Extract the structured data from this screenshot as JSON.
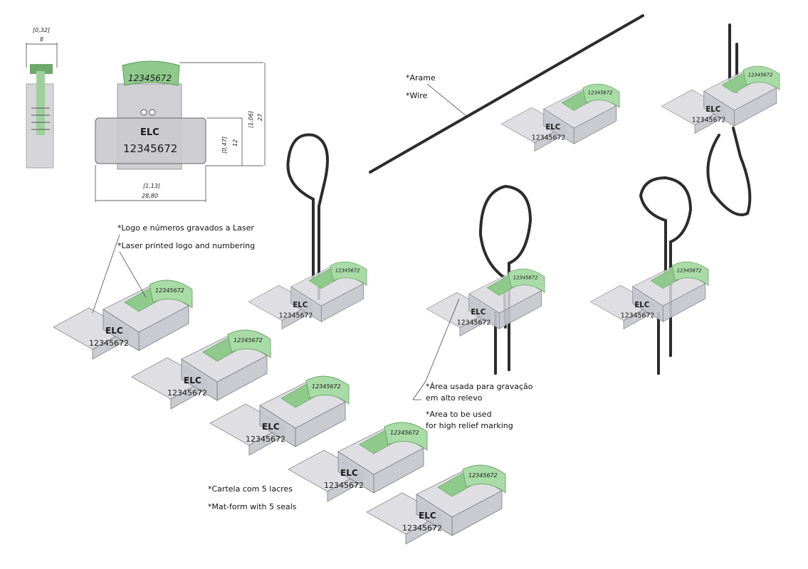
{
  "dimensions": {
    "width_side_in": "[0,32]",
    "width_side_mm": "8",
    "height_total_in": "[1,06]",
    "height_total_mm": "27",
    "height_body_in": "[0,47]",
    "height_body_mm": "12",
    "width_body_in": "[1,13]",
    "width_body_mm": "28,80"
  },
  "seal_marking": {
    "logo": "ELC",
    "number": "12345672"
  },
  "labels": {
    "wire_pt": "*Arame",
    "wire_en": "*Wire",
    "laser_pt": "*Logo e números gravados a Laser",
    "laser_en": "*Laser printed logo and numbering",
    "relief_pt_1": "*Área usada para gravação",
    "relief_pt_2": "em alto relevo",
    "relief_en_1": "*Area to be used",
    "relief_en_2": "for high relief marking",
    "mat_pt": "*Cartela com 5 lacres",
    "mat_en": "*Mat-form with 5 seals"
  },
  "colors": {
    "seal_body": "#d9d9de",
    "seal_cap": "#a9dba6",
    "wire": "#2c2c2c"
  }
}
